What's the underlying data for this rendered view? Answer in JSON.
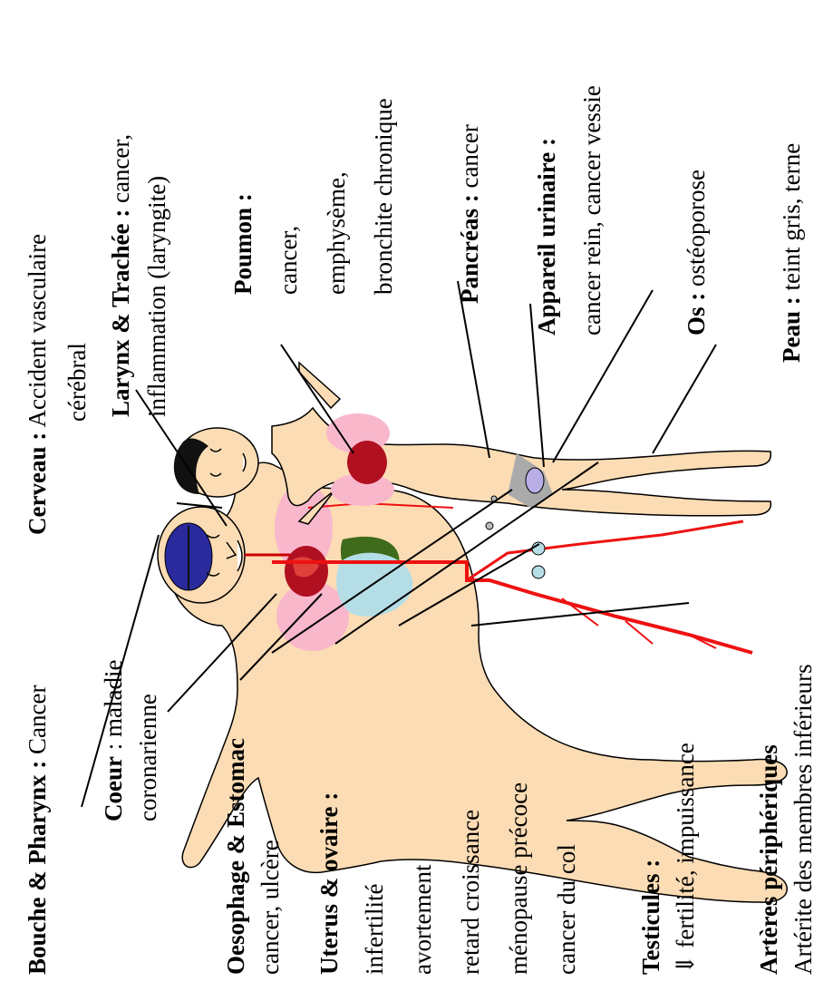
{
  "labels": {
    "bouche": {
      "title": "Bouche & Pharynx :",
      "text": " Cancer"
    },
    "coeur": {
      "title": "Coeur",
      "text": " : maladie",
      "line2": "coronarienne"
    },
    "oesophage": {
      "title": "Oesophage & Estomac",
      "line2": "cancer, ulcère"
    },
    "uterus": {
      "title": "Uterus & ovaire :",
      "lines": [
        "infertilité",
        "avortement",
        "retard croissance",
        "ménopause précoce",
        "cancer du col"
      ]
    },
    "testicules": {
      "title": "Testicules :",
      "line2": "⇓ fertilité, impuissance"
    },
    "arteres": {
      "title": "Artères périphériques",
      "line2": "Artérite des membres inférieurs"
    },
    "cerveau": {
      "title": "Cerveau :",
      "text": " Accident vasculaire",
      "line2": "cérébral"
    },
    "larynx": {
      "title": "Larynx & Trachée :",
      "text": " cancer,",
      "line2": "inflammation (laryngite)"
    },
    "poumon": {
      "title": "Poumon :",
      "lines": [
        "cancer,",
        "emphysème,",
        "bronchite chronique"
      ]
    },
    "pancreas": {
      "title": "Pancréas :",
      "text": " cancer"
    },
    "urinaire": {
      "title": "Appareil urinaire :",
      "line2": "cancer rein, cancer vessie"
    },
    "os": {
      "title": "Os :",
      "text": " ostéoporose"
    },
    "peau": {
      "title": "Peau :",
      "text": " teint gris, terne"
    }
  },
  "colors": {
    "skin": "#fcdcb4",
    "lung": "#f9b7cc",
    "artery": "#ee1111",
    "brain": "#2a2a9c",
    "heart": "#b01020",
    "liver": "#3f6b1c",
    "stomach": "#b5dde6",
    "bladder": "#b9aee6",
    "hair": "#111111",
    "pelvis": "#aaaaaa"
  }
}
